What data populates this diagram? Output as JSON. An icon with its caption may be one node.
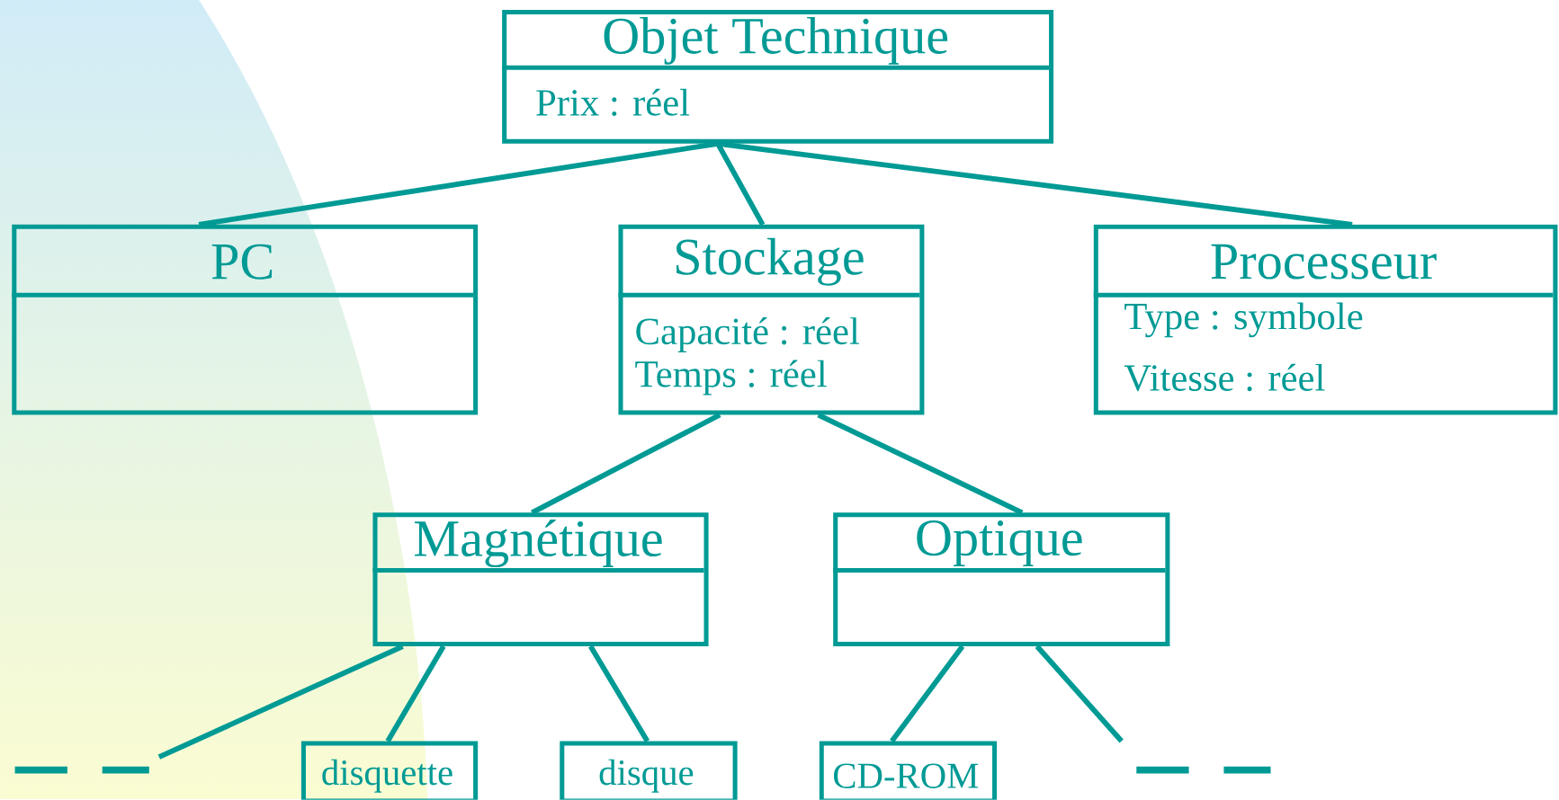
{
  "diagram": {
    "nodes": [
      {
        "text": [
          "Objet Technique",
          "Prix : réel"
        ]
      },
      {
        "text": [
          "PC"
        ]
      },
      {
        "text": [
          "Stockage",
          "Capacité : réel",
          "Temps : réel"
        ]
      },
      {
        "text": [
          "Processeur",
          "Type : symbole",
          "Vitesse : réel"
        ]
      },
      {
        "text": [
          "Magnétique"
        ]
      },
      {
        "text": [
          "Optique"
        ]
      },
      {
        "text": [
          "disquette"
        ]
      },
      {
        "text": [
          "disque"
        ]
      },
      {
        "text": [
          "CD-ROM"
        ]
      }
    ],
    "edges": [
      {
        "from": 0,
        "to": 1,
        "arrow": "none"
      },
      {
        "from": 0,
        "to": 2,
        "arrow": "none"
      },
      {
        "from": 0,
        "to": 3,
        "arrow": "none"
      },
      {
        "from": 2,
        "to": 4,
        "arrow": "none"
      },
      {
        "from": 2,
        "to": 5,
        "arrow": "none"
      },
      {
        "from": 4,
        "to": null,
        "arrow": "none"
      },
      {
        "from": 4,
        "to": 6,
        "arrow": "none"
      },
      {
        "from": 4,
        "to": 7,
        "arrow": "none"
      },
      {
        "from": 5,
        "to": 8,
        "arrow": "none"
      },
      {
        "from": 5,
        "to": null,
        "arrow": "none"
      }
    ]
  }
}
